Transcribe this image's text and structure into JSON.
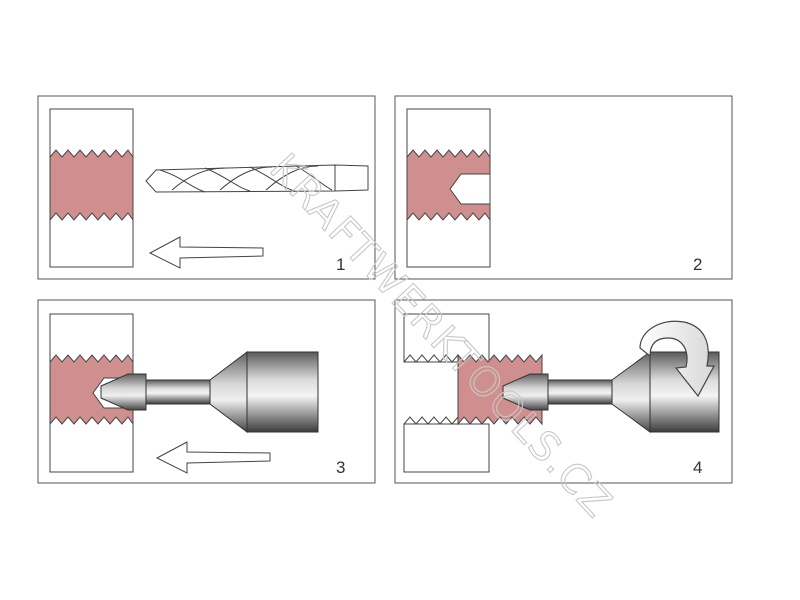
{
  "panels": [
    {
      "label": "1",
      "tool": "drill-bit",
      "arrow": true
    },
    {
      "label": "2",
      "tool": "none",
      "arrow": false
    },
    {
      "label": "3",
      "tool": "extractor",
      "arrow": true
    },
    {
      "label": "4",
      "tool": "extractor",
      "arrow": false,
      "rotation_arrow": true
    }
  ],
  "watermark": "KRAFTWERKTOOLS.CZ",
  "colors": {
    "thread_fill": "#cf8f8e",
    "outline": "#444444",
    "tool_dark": "#4a4a4a",
    "tool_light": "#e8e8e8"
  },
  "icons": {
    "drill": "drill-bit-icon",
    "extractor": "screw-extractor-icon",
    "arrow": "arrow-left-icon",
    "rotate": "rotate-arrow-icon"
  }
}
